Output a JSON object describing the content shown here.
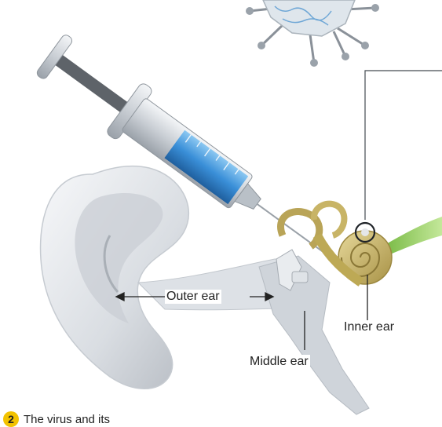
{
  "labels": {
    "outer_ear": "Outer ear",
    "middle_ear": "Middle ear",
    "inner_ear": "Inner ear"
  },
  "caption": {
    "step_number": "2",
    "text": "The virus and its"
  },
  "colors": {
    "syringe_fluid": "#3a8fd8",
    "cochlea": "#c9b36a",
    "nerve": "#8ecb4a",
    "ear_skin": "#e8eaed",
    "badge": "#f2c200"
  },
  "icons": [
    "virus-icon",
    "syringe-icon",
    "ear-icon",
    "cochlea-icon",
    "callout-circle-icon"
  ]
}
